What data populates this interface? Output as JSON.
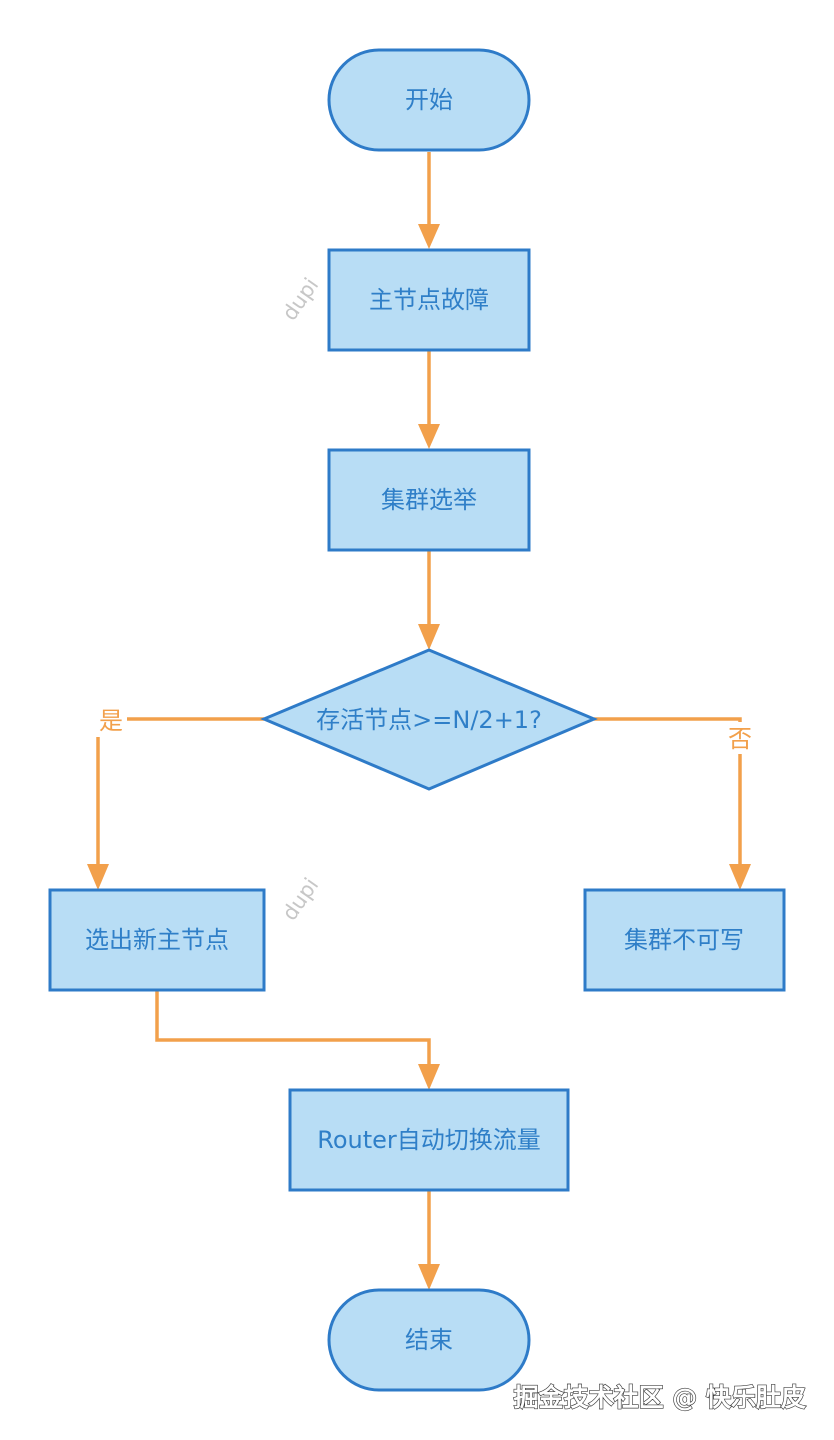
{
  "nodes": {
    "start": "开始",
    "master_failure": "主节点故障",
    "cluster_election": "集群选举",
    "decision": "存活节点>=N/2+1?",
    "elect_new_master": "选出新主节点",
    "cluster_unwritable": "集群不可写",
    "router_switch": "Router自动切换流量",
    "end": "结束"
  },
  "edge_labels": {
    "yes": "是",
    "no": "否"
  },
  "watermarks": {
    "first": "dupi",
    "second": "dupi"
  },
  "footer": {
    "credit": "掘金技术社区 @ 快乐肚皮"
  },
  "colors": {
    "node_fill": "#b8ddf5",
    "node_stroke": "#2e7bc8",
    "node_text": "#2f7fc8",
    "edge": "#f2a04b"
  }
}
